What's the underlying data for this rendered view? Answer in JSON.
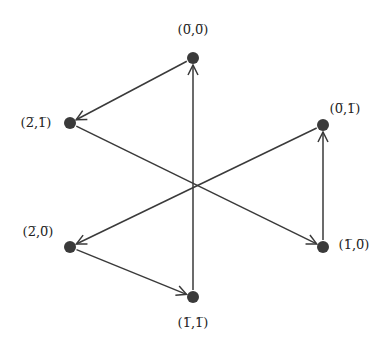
{
  "diagram": {
    "nodes": [
      {
        "text": [
          "(0̅,0̅)"
        ]
      },
      {
        "text": [
          "(2̅,1̅)"
        ]
      },
      {
        "text": [
          "(0̅,1̅)"
        ]
      },
      {
        "text": [
          "(2̅,0̅)"
        ]
      },
      {
        "text": [
          "(1̅,0̅)"
        ]
      },
      {
        "text": [
          "(1̅,1̅)"
        ]
      }
    ],
    "edges": [
      {
        "from": 5,
        "to": 0,
        "arrow": "to"
      },
      {
        "from": 0,
        "to": 1,
        "arrow": "to"
      },
      {
        "from": 1,
        "to": 4,
        "arrow": "to"
      },
      {
        "from": 4,
        "to": 2,
        "arrow": "to"
      },
      {
        "from": 2,
        "to": 3,
        "arrow": "to"
      },
      {
        "from": 3,
        "to": 5,
        "arrow": "to"
      }
    ]
  }
}
